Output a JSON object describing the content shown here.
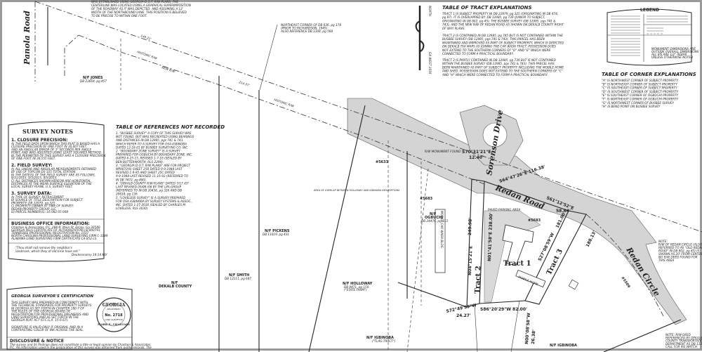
{
  "roads": {
    "panola": "Panola Road",
    "redan_road": "Redan Road",
    "redan_circle": "Redan Circle",
    "sorenson": "Sorenson Drive",
    "historic_rw": "HISTORIC R/W",
    "new_rw": "NEW R/W"
  },
  "top_note": {
    "lines": [
      "WAS ESTABLISHED USING GEORGIA D.O.T. R/W PLANS. THE",
      "CENTERLINE WAS LOCATED USING A GRAPHICAL SUPERIMPOSITION",
      "OF THE ROADWAY AS IT WAS DEPICTED, AND ASSUMING A 12'",
      "WIDTH OF THE NORTHBOUND LANE. THIS POSITION IS BELIEVED",
      "TO BE PRECISE TO WITHIN ONE FOOT."
    ]
  },
  "corner_note": {
    "lines": [
      "NORTHEAST CORNER OF DB 636, pg 178",
      "(PRIOR TO RICHARDSON, 1945)",
      "ALSO REFERENCE DB 1304, pg 568"
    ]
  },
  "owners": {
    "jones": {
      "name": "N/F JONES",
      "ref": "DB 23664, pg 457"
    },
    "pickens": {
      "name": "N/F PICKENS",
      "ref": "DB 11019, pg 431"
    },
    "smith": {
      "name": "N/F SMITH",
      "ref": "DB 12111, pg 647"
    },
    "dekalb": {
      "name": "N/F",
      "ref": "DEKALB COUNTY"
    },
    "holloway": {
      "name": "N/F HOLLOWAY",
      "ref": "DB 9471, pg 150",
      "note": "(\"STATE FARM\")"
    },
    "ogbuchi": {
      "name": "N/F",
      "ref": "OGBUCHI",
      "note": "DB 24476, pg 513"
    },
    "igbinoba": {
      "name": "N/F IGBINOBA",
      "ref": "(\"TLAG TRACT\")"
    },
    "igbinoba2": {
      "name": "N/F IGBINOBA"
    }
  },
  "lot_numbers": [
    "#5633",
    "#5683",
    "#5683",
    "#5509"
  ],
  "tracts": [
    "Tract 1",
    "Tract 2",
    "Tract 3"
  ],
  "bearings": {
    "b1": "S70°31'21\"E",
    "b1d": "12.40'",
    "b2": "S64°47'26\"E 116.38'",
    "b3": "S61°12'52\"E",
    "b3d": "58.64'",
    "b4": "N04°15'21\"E",
    "b4d": "249.98'",
    "b5": "N01°41'58\"E 238.00'",
    "b6": "S86°20'29\"W 82.00'",
    "b7": "S72°49'59\"W",
    "b7d": "24.27'",
    "b8": "S27°08'59\"W",
    "b8d": "181.00'",
    "b9": "188.13'",
    "b10": "N00°08'58\"W",
    "b10d": "26.38'",
    "b11": "149.21'",
    "b12": "214.37'"
  },
  "site_labels": {
    "parking": "PAVED PARKING AREA",
    "rw_found": "R/W MONUMENT FOUND",
    "overlap": "AREA OF OVERLAP BETWEEN HOLLOWAY AND IGBINOBA DESCRIPTIONS",
    "car_wash": "MOBILE CAR WASH BLDG",
    "mobile_home": "MOBILE HOME"
  },
  "tract_table": {
    "title": "TABLE OF TRACT EXPLANATIONS",
    "t1": [
      "TRACT 1 IS SUBJECT PROPERTY IN DB 22979, pg 325 (ORIGINATING IN DB 474,",
      "pg 87). IT IS OVERLAPPED BY: DB 12985, pg 739 (JUNIOR TO SUBJECT,",
      "ORIGINATING IN DB 802, pg 45); THE BUSBEE SURVEY (DB 12985, pgs 741 &",
      "743); AND THE NEW R/W OF REDAN ROAD AS SHOWN ON DEKALB COUNTY RIGHT",
      "OF WAY PLANS."
    ],
    "t2": [
      "TRACT 2 IS CONTAINED IN DB 12985, pg 745 BUT IS NOT CONTAINED WITHIN THE",
      "BUSBEE SURVEY (DB 12985, pgs 741 & 743). THIS PARCEL HAS BEEN",
      "MAINTAINED AND IMPROVED AS PART OF SUBJECT PROPERTY, WHICH IS DEPICTED",
      "ON DEKALB TAX MAPS AS JOINING THE CAR WASH TRACT. POSSESSION DOES",
      "NOT EXTEND TO THE SOUTHERN CORNERS OF \"D\" AND \"E\" WHICH WERE",
      "CONNECTED TO FORM A PRACTICAL BOUNDARY."
    ],
    "t3": [
      "TRACT 3 IS PARTLY CONTAINED IN DB 12985, pg 739 BUT IS NOT CONTAINED",
      "WITHIN THE BUSBEE SURVEY (DB 12985, pgs 741 & 743). THIS PARCEL HAS",
      "BEEN MAINTAINED AS PART OF SUBJECT PROPERTY INCLUDING THE MOBILE HOME",
      "AND SHED. POSSESSION DOES NOT EXTEND TO THE SOUTHERN CORNERS OF \"C\"",
      "AND \"H\" WHICH WERE CONNECTED TO FORM A PRACTICAL BOUNDARY."
    ]
  },
  "north_arrow": {
    "label": "NORTH",
    "grid": "GA WEST 2016"
  },
  "legend": {
    "title": "LEGEND",
    "note": [
      "MONUMENT DIMENSIONS ARE",
      "OUTSIDE OVERALL DIMENSIONS",
      "ALL IPS ARE 1/2\" REBAR",
      "UNLESS OTHERWISE NOTED"
    ]
  },
  "corner_table": {
    "title": "TABLE OF CORNER EXPLANATIONS",
    "lines": [
      "\"A\" IS NORTHWEST CORNER OF SUBJECT PROPERTY",
      "\"B\" IS NORTHEAST CORNER OF SUBJECT PROPERTY",
      "\"C\" IS SOUTHEAST CORNER OF SUBJECT PROPERTY",
      "\"D\" IS SOUTHWEST CORNER OF SUBJECT PROPERTY",
      "\"E\" IS SOUTHEAST CORNER OF OGBUCHI PROPERTY",
      "\"F\" IS NORTHEAST CORNER OF OGBUCHI PROPERTY",
      "\"G\" IS NORTHWEST CORNER OF BUSBEE SURVEY",
      "\"H\" IS BEND POINT ON BUSBEE SURVEY"
    ]
  },
  "references": {
    "title": "TABLE OF REFERENCES NOT RECORDED",
    "lines": [
      "1. \"BUSBEE SURVEY\" A COPY OF THIS SURVEY WAS",
      "NOT FOUND, BUT WAS RECREATED USING BEARINGS",
      "AND DISTANCES IN DB 12985, pgs 741 & 743,",
      "WHICH REFER TO A SURVEY FOR OSA IGBINOBA",
      "DATED 12-18-01 BY BUSBEE SURVEYING CO. INC.",
      "2. \"BOUNDARY ZONE SURVEY\" IS A SURVEY",
      "PREPARED FOR OGBUCHI BY BOUNDARY ZONE, INC.",
      "DATED 6-25-15, REVISED 1-7-16 (SEALED BY",
      "BEN BUTTERWORTH, RLS 2294).",
      "3. \"GEORGIA D.O.T. R/W PLANS\" ARE FOR PROJECT",
      "MP0072(9) SHEET 25B DATED 9-9-1988 LAST",
      "REVISED 1-9-95 AND SHEET 25C DATED",
      "9-9-1988 LAST REVISED 11-16-92 (REFERRED TO",
      "IN DB 7472, pg 490).",
      "4. \"DEKALB COUNTY R/W PLANS\" DATED 7/17 /07",
      "LAST REVISED 05/08 /08 BY THE LPA GROUP",
      "(REFERRED TO IN DB 20436, pg 326 AND DB",
      "20618, pg 136.",
      "5. \"LOVELESS SURVEY\" IS A SURVEY PREPARED",
      "FOR OSA IGBINOBA BY SURVEY SYSTEMS & ASSOC.,",
      "INC. DATED 1-27-2016 (SEALED BY CHARLES M.",
      "LOVELESS, RLS 3030)."
    ]
  },
  "survey_notes": {
    "title": "SURVEY NOTES",
    "s1_title": "1. CLOSURE PRECISION:",
    "s1": [
      "A) THE FIELD DATA UPON WHICH THIS PLAT IS BASED HAS A",
      "CLOSURE PRECISION OF ONE FOOT IN 30,007 FEET,",
      "AND AN ANGULAR ERROR OF 3\" SECONDS PER ANGLE",
      "POINT, AND WAS ADJUSTED USING LEAST SQUARES METHOD.",
      "B) THE PERIMETER OF THIS SURVEY HAS A CLOSURE PRECISION",
      "OF ONE FOOT IN 36,555 FEET."
    ],
    "s2_title": "2. FIELD SURVEY:",
    "s2": [
      "A) ALL LINEAR AND ANGULAR MEASUREMENTS OBTAINED",
      "BY USE OF TOPCON DS-105 TOTAL STATION.",
      "B) THE DATE(S) OF THE FIELD SURVEY ARE AS FOLLOWS,",
      "8/31/2015, 9/3/2015, 9/5/2015.",
      "C) ALL DISTANCES SHOWN HEREON ARE HORIZONTAL",
      "DISTANCES AT THE MEAN SURFACE ELEVATION OF THE",
      "LOCAL SURVEY PLANE, U.S. SURVEY FEET."
    ],
    "s3_title": "3. SURVEY DATA:",
    "s3": [
      "A) TYPE OF SURVEY: RETRACEMENT",
      "B) SOURCE OF TITLE DESCRIPTION FOR SUBJECT",
      "PROPERTY: DB 22979, pg 325",
      "C) PROPERTY OWNER AT TIME OF SURVEY:",
      "REDAN PROPERTY GROUP, LLC",
      "D) PARCEL NUMBER(S): 16 082 05 008"
    ],
    "office_title": "BUSINESS OFFICE INFORMATION:",
    "office": [
      "Chastain & Associates, P.C. 288 N. Main St. Ellijay, Ga 30540",
      "GEORGIA PELS CERTIFICATE OF AUTHORIZATION LSF000791",
      "TENNESSEE PROFESSIONAL REGISTRATION No. 1037",
      "NORTH CAROLINA PROFESSIONAL LAND SURVEYING FIRM C-3149",
      "ALABAMA LAND SURVEYING FIRM CERTIFICATE CA-852-LS"
    ],
    "quote": [
      "\"Thou shalt not remove thy neighbor's",
      "landmark, which they of old time have set.\""
    ],
    "quote_src": "Deuteronomy 19:14 KJV"
  },
  "certification": {
    "title": "GEORGIA SURVEYOR'S CERTIFICATION",
    "lines": [
      "THIS SURVEY WAS PREPARED IN CONFORMITY WITH",
      "THE TECHNICAL STANDARDS FOR PROPERTY SURVEYS",
      "IN GEORGIA AS SET FORTH IN CHAPTER 180-7 OF",
      "THE RULES OF THE GEORGIA BOARD OF",
      "REGISTRATION FOR PROFESSIONAL ENGINEERS AND",
      "LAND SURVEYORS AND AS SET FORTH IN THE",
      "GEORGIA PLAT ACT (O.C.G.A. 15-6-67)."
    ],
    "sig": [
      "SIGNATURE IS VALID ONLY IF ORIGINAL AND IN A",
      "CONTRASTING COLOR OF INK ACROSS THE SEAL."
    ],
    "seal": {
      "state": "GEORGIA",
      "sub": "REGISTERED",
      "number": "No. 2718",
      "name": "MARK E. CHASTAIN",
      "role": "LAND SURVEYOR"
    }
  },
  "disclosure": {
    "title": "DISCLOSURE & NOTICE",
    "lines": [
      "The survey and its findings does not constitute a title or legal opinion by Chastain & Associates,",
      "P.C. All information used in the preparation of this survey was obtained from public records. The"
    ]
  },
  "circle_note": [
    "NOTE:",
    "R/W OF REDAN CIRCLE (ALSO",
    "REFERRED TO AS \"OLD REDAN",
    "ROAD\" IN DB 802, pg 45) IS",
    "SHOWN AS 20' FROM CENTER.",
    "NO R/W DEED FOUND FOR",
    "THIS AREA"
  ],
  "rw_note": [
    "NOTE: R/W DEED",
    "REFERENCED BY DEKALB",
    "COUNTY TRANSPORTATION",
    "DEPARTMENT AS DB 1131",
    "CALL FOR IRS WATCH"
  ],
  "colors": {
    "road_fill": "#d4d4d4",
    "line": "#222222",
    "frame": "#9a9a9a"
  }
}
